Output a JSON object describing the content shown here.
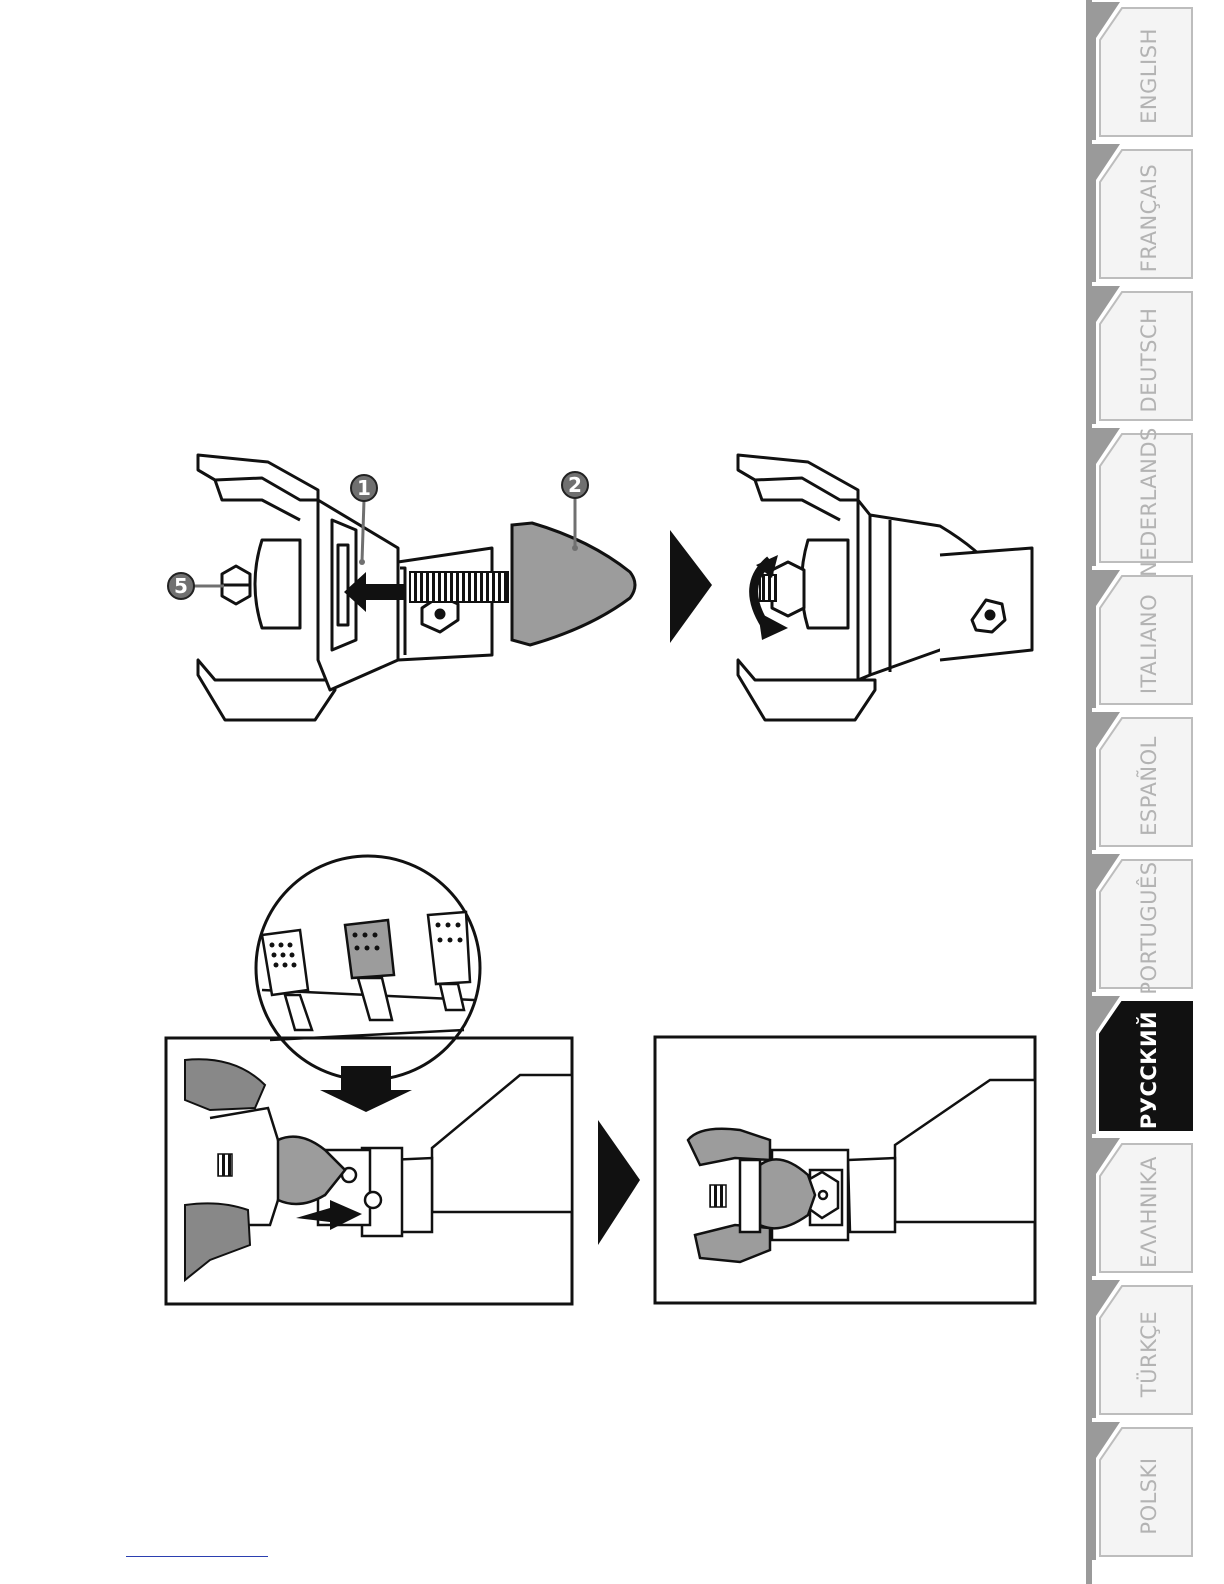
{
  "language_tabs": [
    {
      "label": "ENGLISH",
      "active": false
    },
    {
      "label": "FRANÇAIS",
      "active": false
    },
    {
      "label": "DEUTSCH",
      "active": false
    },
    {
      "label": "NEDERLANDS",
      "active": false
    },
    {
      "label": "ITALIANO",
      "active": false
    },
    {
      "label": "ESPAÑOL",
      "active": false
    },
    {
      "label": "PORTUGUÊS",
      "active": false
    },
    {
      "label": "РУССКИЙ",
      "active": true
    },
    {
      "label": "ΕΛΛΗΝΙΚΑ",
      "active": false
    },
    {
      "label": "TÜRKÇE",
      "active": false
    },
    {
      "label": "POLSKI",
      "active": false
    }
  ],
  "figure_1": {
    "callouts": {
      "bracket": "1",
      "cone": "2",
      "nut": "5"
    }
  },
  "colors": {
    "tab_inactive_fill": "#f4f4f4",
    "tab_active_fill": "#111111",
    "tab_shadow": "#9a9a9a",
    "cone_fill": "#9c9c9c",
    "callout_fill": "#707070"
  }
}
